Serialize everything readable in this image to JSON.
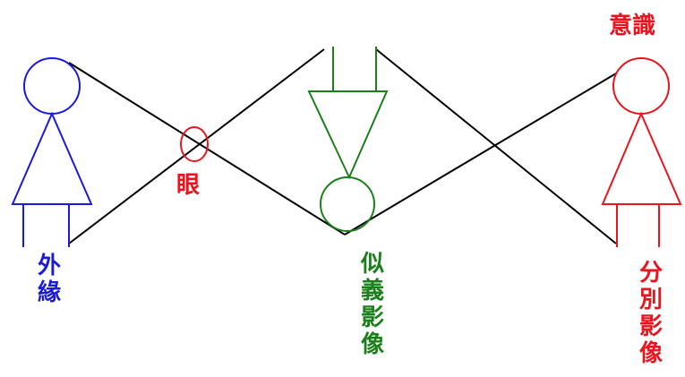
{
  "labels": {
    "outer_edge": "外緣",
    "eye": "眼",
    "resemblance_image": "似義影像",
    "consciousness": "意識",
    "discrimination_image": "分別影像"
  },
  "colors": {
    "outer_figure": "#1a1adc",
    "eye": "#e8141e",
    "middle_figure": "#1b7f1b",
    "right_figure": "#e8141e",
    "rays": "#000000"
  }
}
